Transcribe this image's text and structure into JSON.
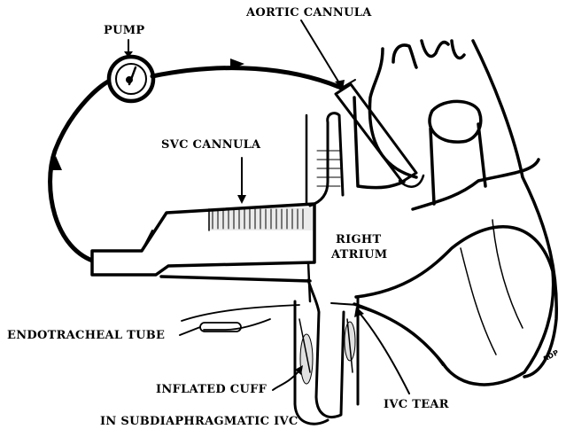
{
  "labels": {
    "pump": "PUMP",
    "aortic_cannula": "AORTIC CANNULA",
    "svc_cannula": "SVC CANNULA",
    "right_atrium_line1": "RIGHT",
    "right_atrium_line2": "ATRIUM",
    "endotracheal_tube": "ENDOTRACHEAL TUBE",
    "inflated_cuff": "INFLATED CUFF",
    "ivc_tear": "IVC TEAR",
    "in_subdiaphragmatic_ivc": "IN SUBDIAPHRAGMATIC IVC",
    "signature": "ADP"
  },
  "colors": {
    "ink": "#000000",
    "paper": "#ffffff"
  }
}
